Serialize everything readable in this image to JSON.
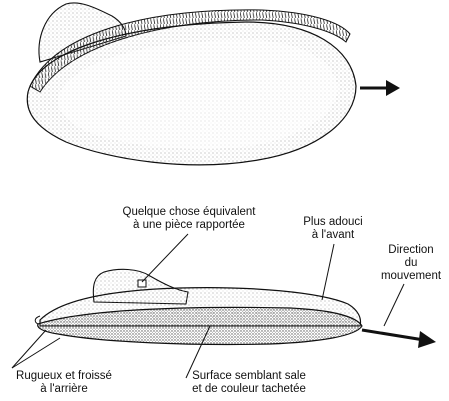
{
  "labels": {
    "patch": {
      "line1": "Quelque chose équivalent",
      "line2": "à une pièce rapportée"
    },
    "front": {
      "line1": "Plus adouci",
      "line2": "à l'avant"
    },
    "direction": {
      "line1": "Direction",
      "line2": "du",
      "line3": "mouvement"
    },
    "rear": {
      "line1": "Rugueux et froissé",
      "line2": "à l'arrière"
    },
    "surface": {
      "line1": "Surface semblant sale",
      "line2": "et de couleur tachetée"
    }
  },
  "colors": {
    "ink": "#111111",
    "stipple": "#9a9a9a",
    "paper": "#ffffff"
  }
}
